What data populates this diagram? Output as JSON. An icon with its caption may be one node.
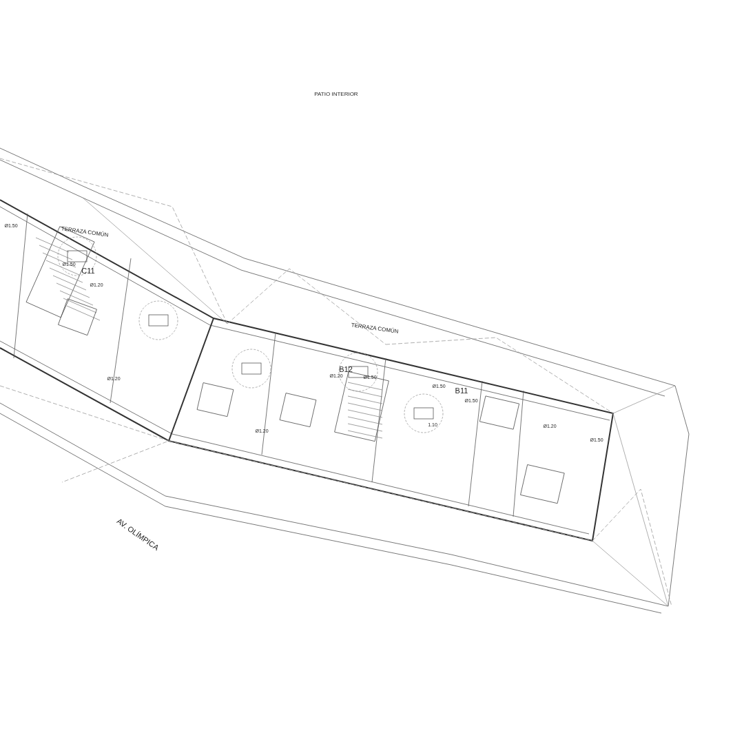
{
  "diagram": {
    "labels": [
      "PATIO INTERIOR",
      "TERRAZA COMÚN",
      "Ø1.50",
      "Ø1.50",
      "C11",
      "Ø1.20",
      "Ø1.20",
      "TERRAZA COMÚN",
      "B12",
      "Ø1.20",
      "Ø1.50",
      "Ø1.50",
      "B11",
      "Ø1.50",
      "1.10",
      "Ø1.20",
      "Ø1.20",
      "Ø1.50",
      "AV. OLÍMPICA"
    ]
  }
}
